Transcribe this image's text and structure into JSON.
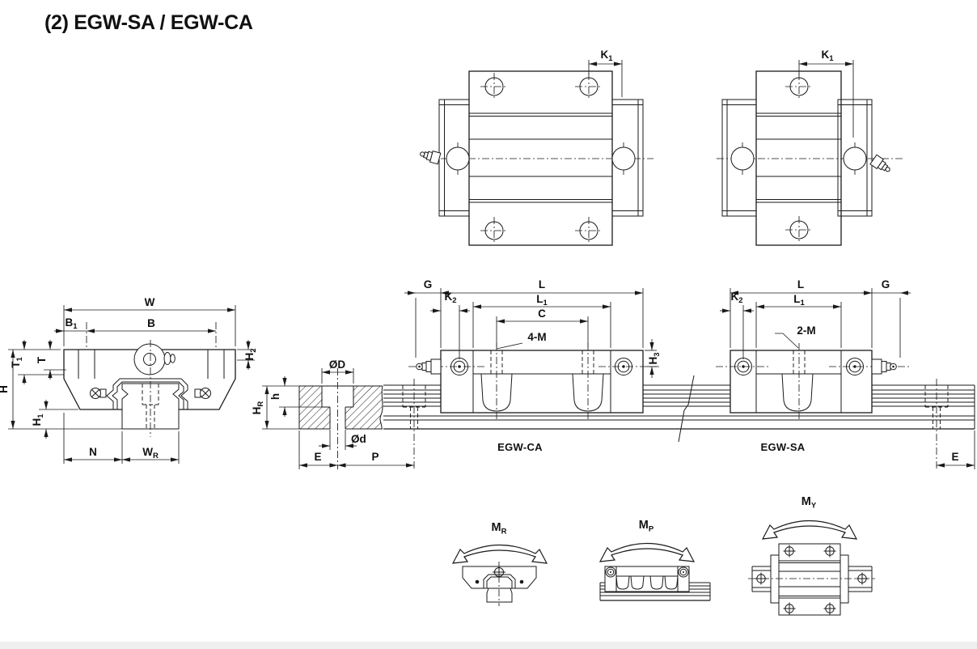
{
  "title": "(2) EGW-SA / EGW-CA",
  "dims": {
    "k1": {
      "m": "K",
      "s": "1"
    },
    "k2": {
      "m": "K",
      "s": "2"
    },
    "w": {
      "m": "W"
    },
    "b": {
      "m": "B"
    },
    "b1": {
      "m": "B",
      "s": "1"
    },
    "t": {
      "m": "T"
    },
    "t1": {
      "m": "T",
      "s": "1"
    },
    "h": {
      "m": "H"
    },
    "h1": {
      "m": "H",
      "s": "1"
    },
    "h2": {
      "m": "H",
      "s": "2"
    },
    "h3": {
      "m": "H",
      "s": "3"
    },
    "n": {
      "m": "N"
    },
    "wr": {
      "m": "W",
      "s": "R"
    },
    "hr": {
      "m": "H",
      "s": "R"
    },
    "h_depth": {
      "m": "h"
    },
    "dia_d_big": {
      "m": "ØD"
    },
    "dia_d_small": {
      "m": "Ød"
    },
    "e": {
      "m": "E"
    },
    "p": {
      "m": "P"
    },
    "g": {
      "m": "G"
    },
    "l": {
      "m": "L"
    },
    "l1": {
      "m": "L",
      "s": "1"
    },
    "c": {
      "m": "C"
    },
    "four_m": {
      "m": "4-M"
    },
    "two_m": {
      "m": "2-M"
    }
  },
  "models": {
    "ca": "EGW-CA",
    "sa": "EGW-SA"
  },
  "moments": {
    "mr": {
      "m": "M",
      "s": "R"
    },
    "mp": {
      "m": "M",
      "s": "P"
    },
    "my": {
      "m": "M",
      "s": "Y"
    }
  },
  "colors": {
    "line": "#1a1a1a",
    "background": "#ffffff",
    "footer_bar": "#efefef"
  }
}
